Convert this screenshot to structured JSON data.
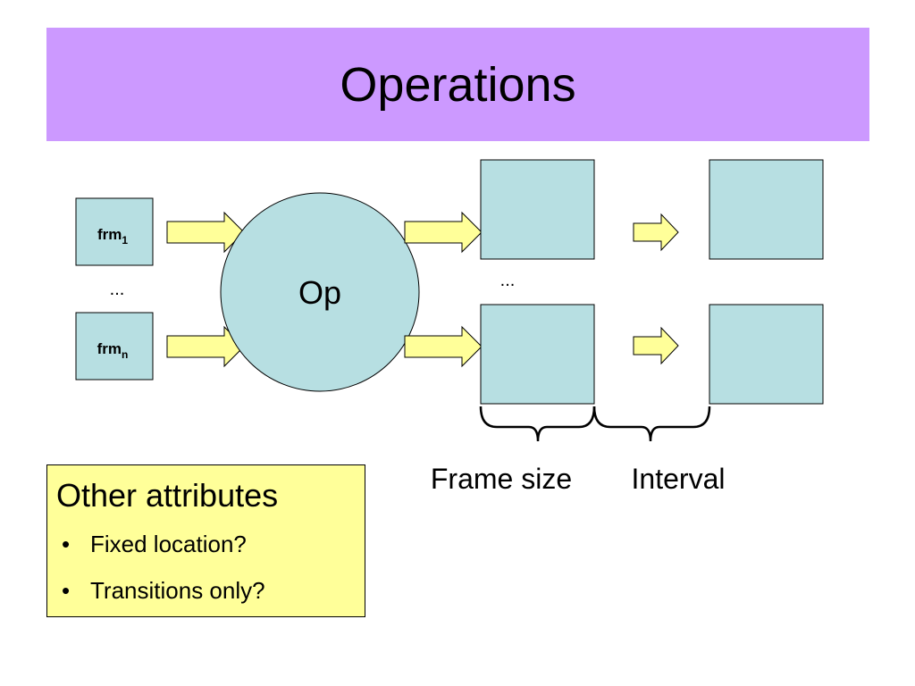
{
  "slide": {
    "title": "Operations"
  },
  "diagram": {
    "input_frames": [
      {
        "label": "frm",
        "subscript": "1"
      },
      {
        "label": "frm",
        "subscript": "n"
      }
    ],
    "input_ellipsis": "...",
    "operation_label": "Op",
    "output_ellipsis": "...",
    "frame_size_label": "Frame size",
    "interval_label": "Interval",
    "colors": {
      "frame_fill": "#b7dfe2",
      "arrow_fill": "#ffff99",
      "title_bg": "#cc99ff",
      "note_bg": "#ffff99"
    }
  },
  "note": {
    "title": "Other attributes",
    "items": [
      "Fixed location?",
      "Transitions only?"
    ]
  }
}
